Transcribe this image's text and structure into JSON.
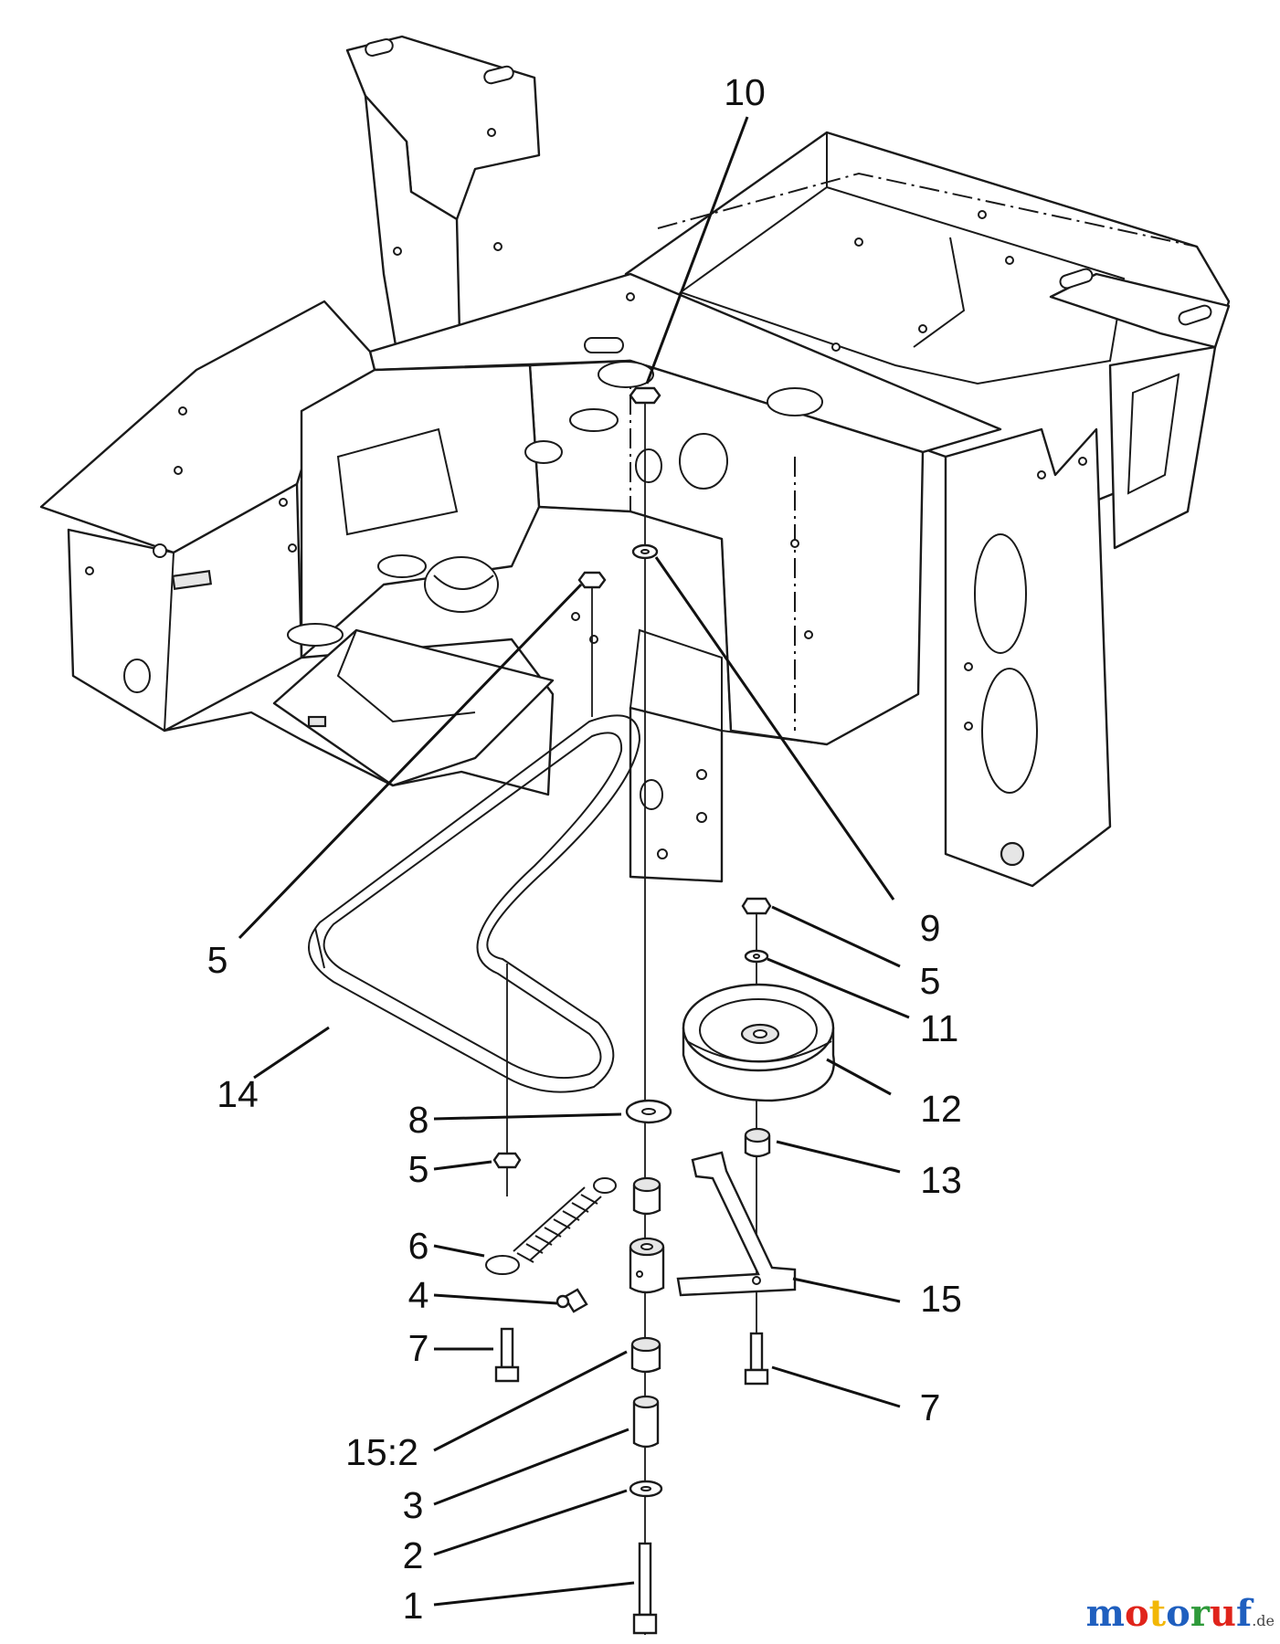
{
  "diagram": {
    "callouts": [
      "10",
      "9",
      "5",
      "5",
      "11",
      "12",
      "14",
      "8",
      "13",
      "5",
      "6",
      "15",
      "4",
      "7",
      "7",
      "15:2",
      "3",
      "2",
      "1"
    ]
  },
  "watermark": {
    "parts": [
      "m",
      "o",
      "t",
      "o",
      "r",
      "u",
      "f"
    ],
    "colors": [
      "#1f5fbf",
      "#e0241b",
      "#f2b705",
      "#1f5fbf",
      "#2e9a3a",
      "#e0241b",
      "#1f5fbf"
    ],
    "tld": ".de"
  }
}
